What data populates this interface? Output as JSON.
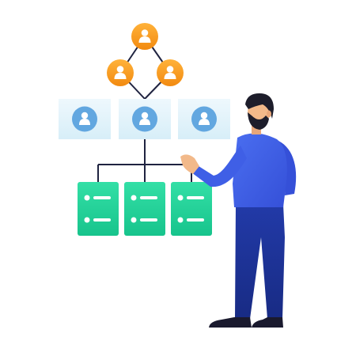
{
  "illustration": {
    "top_nodes": [
      {
        "icon": "user-icon",
        "color": "#f7a21b"
      },
      {
        "icon": "user-icon",
        "color": "#f7a21b"
      },
      {
        "icon": "user-icon",
        "color": "#f7a21b"
      }
    ],
    "profile_cards": [
      {
        "icon": "user-icon",
        "color": "#62a7e0"
      },
      {
        "icon": "user-icon",
        "color": "#62a7e0"
      },
      {
        "icon": "user-icon",
        "color": "#62a7e0"
      }
    ],
    "server_blocks": [
      {
        "rows": 2,
        "color": "#22d39b"
      },
      {
        "rows": 2,
        "color": "#22d39b"
      },
      {
        "rows": 2,
        "color": "#22d39b"
      }
    ],
    "colors": {
      "accent_orange": "#f7a21b",
      "card_bg": "#e3f3fb",
      "server_green": "#22d39b",
      "person_shirt": "#3f5fe6",
      "person_pants": "#1b2d8f",
      "line": "#1f2340"
    }
  }
}
